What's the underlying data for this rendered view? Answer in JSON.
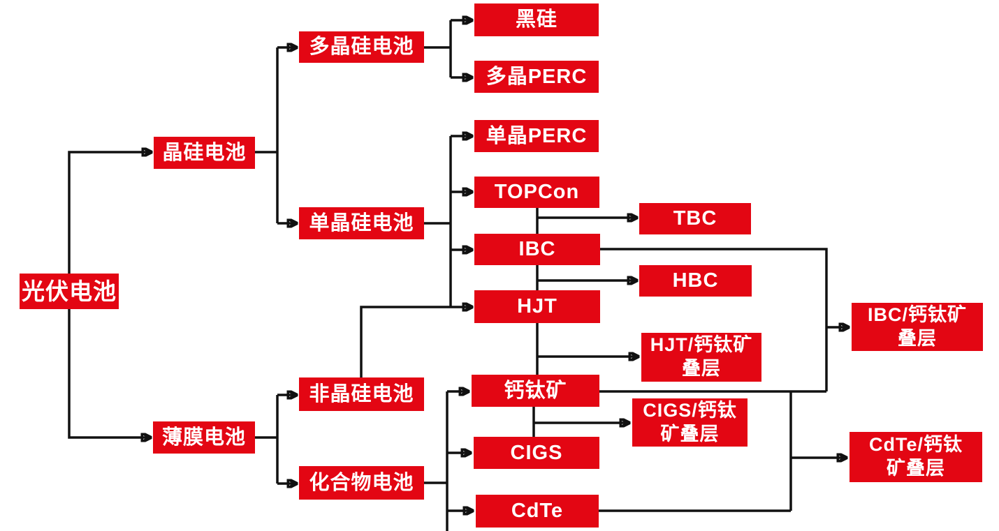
{
  "diagram": {
    "description_labels": {
      "root": "光伏电池",
      "jinggui": "晶硅电池",
      "baomo": "薄膜电池",
      "duojinggui": "多晶硅电池",
      "danjinggui": "单晶硅电池",
      "feijinggui": "非晶硅电池",
      "huahewu": "化合物电池",
      "heigui": "黑硅",
      "duojing_perc": "多晶PERC",
      "danjing_perc": "单晶PERC",
      "topcon": "TOPCon",
      "ibc": "IBC",
      "hjt": "HJT",
      "gaitaikuang": "钙钛矿",
      "cigs": "CIGS",
      "cdte": "CdTe",
      "tbc": "TBC",
      "hbc": "HBC"
    },
    "nodes": {
      "root": {
        "label": "光伏电池"
      },
      "jinggui": {
        "label": "晶硅电池"
      },
      "baomo": {
        "label": "薄膜电池"
      },
      "duojinggui": {
        "label": "多晶硅电池"
      },
      "danjinggui": {
        "label": "单晶硅电池"
      },
      "feijinggui": {
        "label": "非晶硅电池"
      },
      "huahewu": {
        "label": "化合物电池"
      },
      "heigui": {
        "label": "黑硅"
      },
      "duojing_perc": {
        "label": "多晶PERC"
      },
      "danjing_perc": {
        "label": "单晶PERC"
      },
      "topcon": {
        "label": "TOPCon"
      },
      "ibc": {
        "label": "IBC"
      },
      "hjt": {
        "label": "HJT"
      },
      "gaitaikuang": {
        "label": "钙钛矿"
      },
      "cigs": {
        "label": "CIGS"
      },
      "cdte": {
        "label": "CdTe"
      },
      "tbc": {
        "label": "TBC"
      },
      "hbc": {
        "label": "HBC"
      },
      "hjt_stack": {
        "label": "HJT/钙钛矿叠层",
        "lines": [
          "HJT/钙钛矿",
          "叠层"
        ]
      },
      "cigs_stack": {
        "label": "CIGS/钙钛矿叠层",
        "lines": [
          "CIGS/钙钛",
          "矿叠层"
        ]
      },
      "ibc_stack": {
        "label": "IBC/钙钛矿叠层",
        "lines": [
          "IBC/钙钛矿",
          "叠层"
        ]
      },
      "cdte_stack": {
        "label": "CdTe/钙钛矿叠层",
        "lines": [
          "CdTe/钙钛",
          "矿叠层"
        ]
      }
    },
    "edges": [
      {
        "sources": [
          "root"
        ],
        "target": "jinggui"
      },
      {
        "sources": [
          "root"
        ],
        "target": "baomo"
      },
      {
        "sources": [
          "jinggui"
        ],
        "target": "duojinggui"
      },
      {
        "sources": [
          "jinggui"
        ],
        "target": "danjinggui"
      },
      {
        "sources": [
          "duojinggui"
        ],
        "target": "heigui"
      },
      {
        "sources": [
          "duojinggui"
        ],
        "target": "duojing_perc"
      },
      {
        "sources": [
          "danjinggui"
        ],
        "target": "danjing_perc"
      },
      {
        "sources": [
          "danjinggui"
        ],
        "target": "topcon"
      },
      {
        "sources": [
          "danjinggui"
        ],
        "target": "ibc"
      },
      {
        "sources": [
          "danjinggui",
          "feijinggui"
        ],
        "target": "hjt"
      },
      {
        "sources": [
          "topcon",
          "ibc"
        ],
        "target": "tbc"
      },
      {
        "sources": [
          "ibc",
          "hjt"
        ],
        "target": "hbc"
      },
      {
        "sources": [
          "hjt",
          "gaitaikuang"
        ],
        "target": "hjt_stack"
      },
      {
        "sources": [
          "gaitaikuang",
          "cigs"
        ],
        "target": "cigs_stack"
      },
      {
        "sources": [
          "ibc",
          "gaitaikuang"
        ],
        "target": "ibc_stack"
      },
      {
        "sources": [
          "gaitaikuang",
          "cdte"
        ],
        "target": "cdte_stack"
      },
      {
        "sources": [
          "baomo"
        ],
        "target": "feijinggui"
      },
      {
        "sources": [
          "baomo"
        ],
        "target": "huahewu"
      },
      {
        "sources": [
          "huahewu"
        ],
        "target": "gaitaikuang"
      },
      {
        "sources": [
          "huahewu"
        ],
        "target": "cigs"
      },
      {
        "sources": [
          "huahewu"
        ],
        "target": "cdte"
      }
    ],
    "colors": {
      "box": "#e30613",
      "text": "#ffffff",
      "line": "#111111",
      "background": "#ffffff"
    }
  }
}
